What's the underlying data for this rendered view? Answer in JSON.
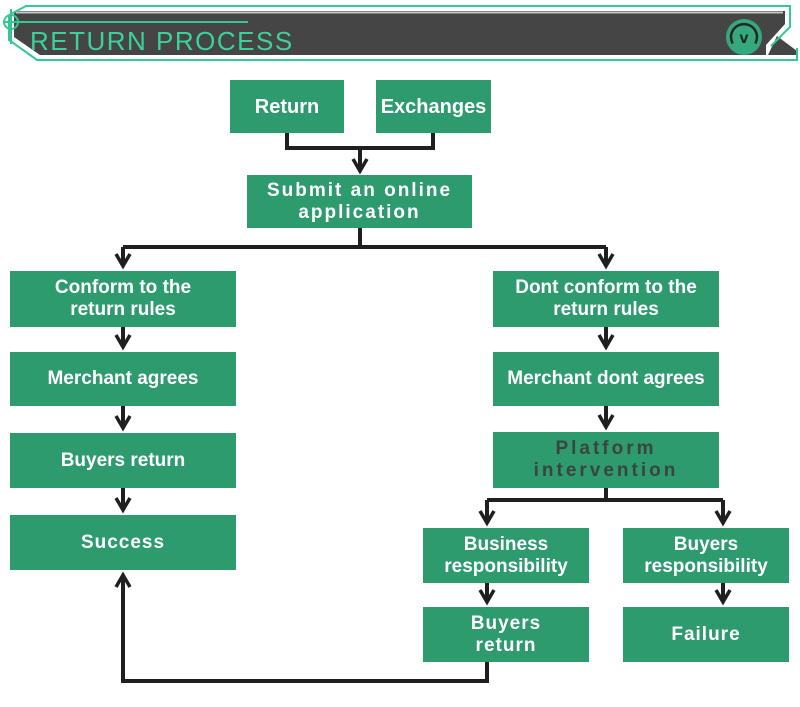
{
  "header": {
    "title": "RETURN PROCESS",
    "badge_letter": "v"
  },
  "flowchart": {
    "nodes": {
      "return": "Return",
      "exchanges": "Exchanges",
      "submit": "Submit an online application",
      "conform": "Conform to the return rules",
      "merchant_agrees": "Merchant agrees",
      "buyers_return_left": "Buyers return",
      "success": "Success",
      "dont_conform": "Dont conform to the return rules",
      "merchant_dont_agrees": "Merchant dont agrees",
      "platform_intervention": "Platform intervention",
      "business_responsibility": "Business responsibility",
      "buyers_responsibility": "Buyers responsibility",
      "buyers_return_right": "Buyers return",
      "failure": "Failure"
    }
  },
  "colors": {
    "box_green": "#2E9B6E",
    "accent_green": "#35C893",
    "title_green": "#3AD29A",
    "banner_dark": "#454545",
    "connector_dark": "#1F1F1F",
    "platform_text": "#3B443F",
    "badge_green": "#36A87D"
  }
}
